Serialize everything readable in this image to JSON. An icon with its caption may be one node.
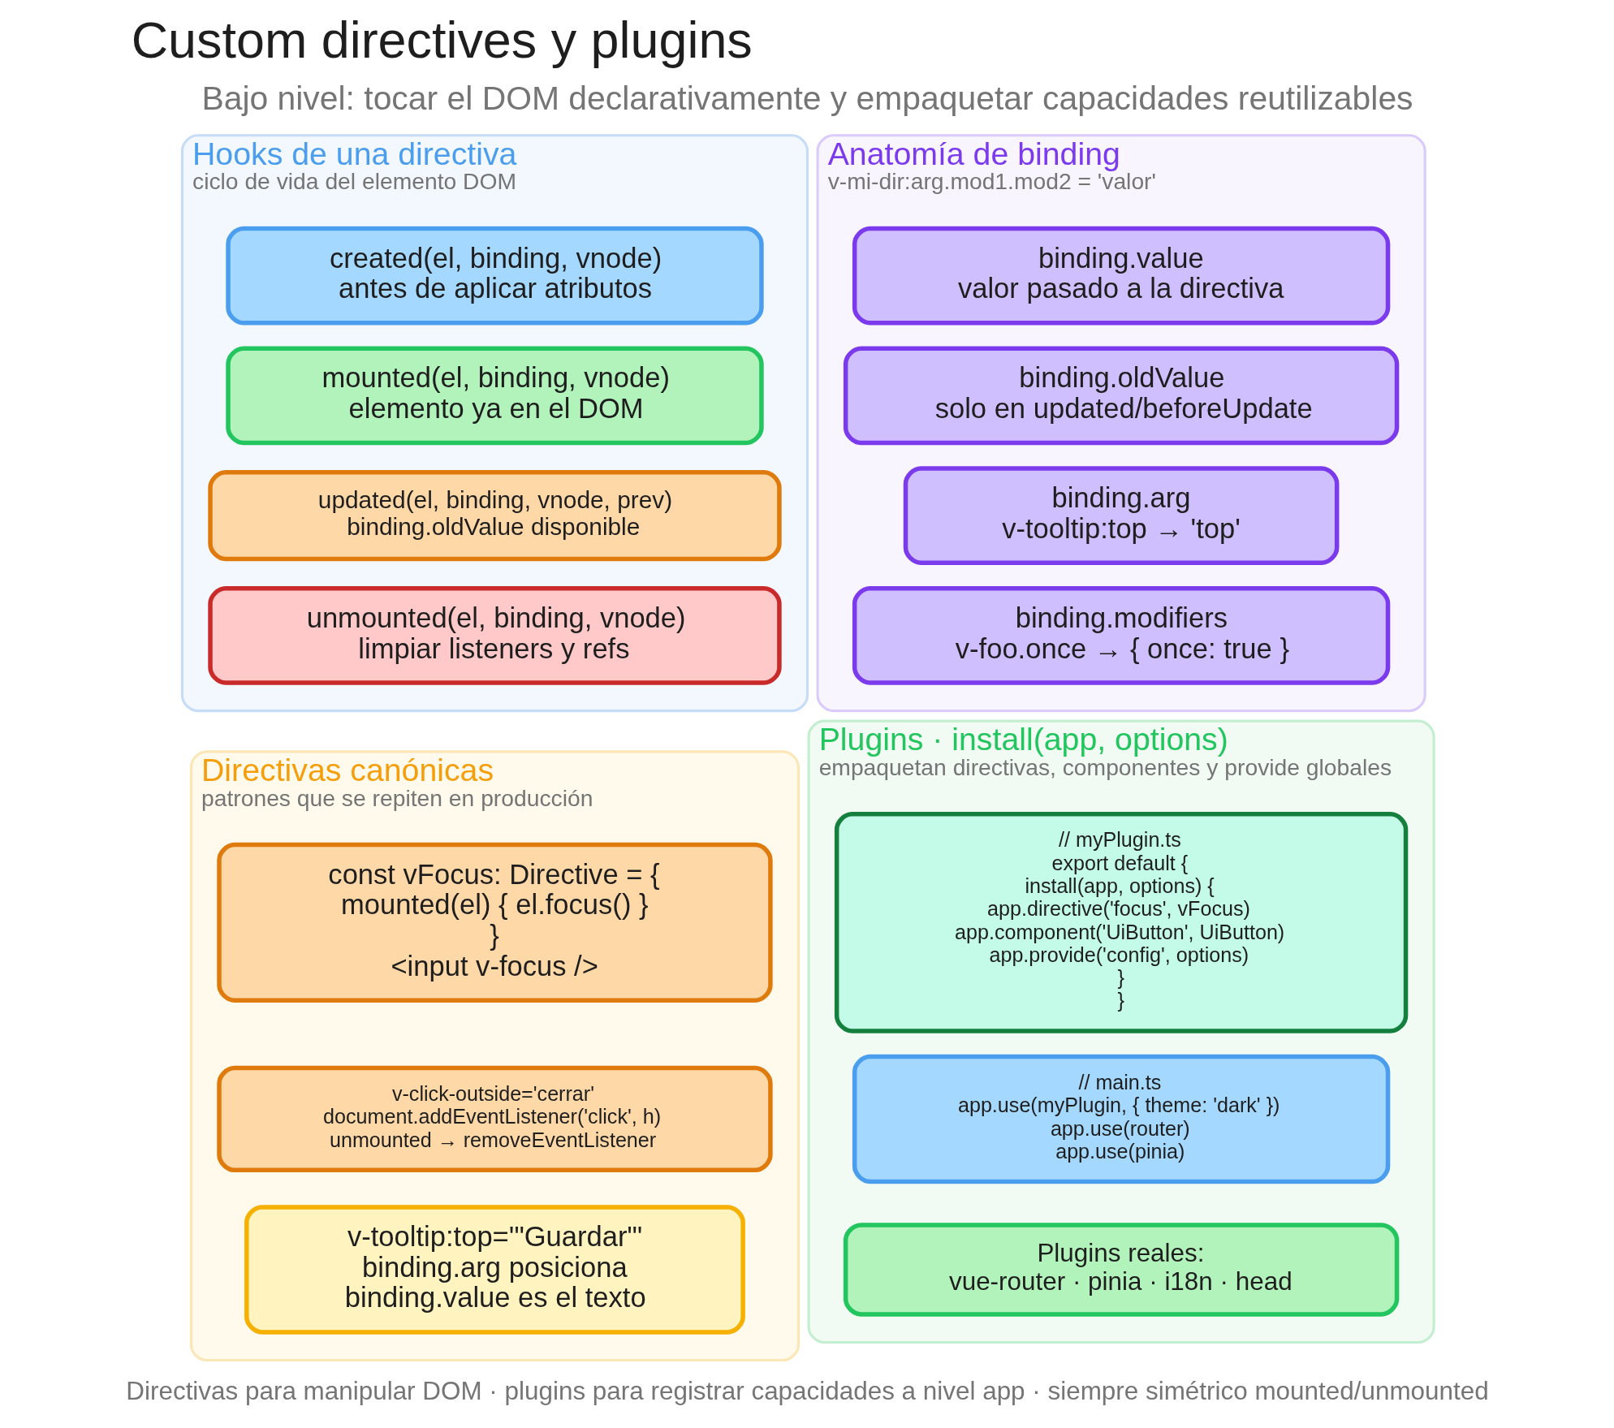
{
  "diagram": {
    "title": "Custom directives y plugins",
    "caption": "Directivas para manipular DOM · plugins para registrar capacidades a nivel app · siempre simétrico mounted/unmounted",
    "nodes": [
      {
        "text": [
          "Hooks de una directiva",
          "ciclo de vida del elemento DOM"
        ]
      },
      {
        "text": [
          "created(el, binding, vnode)",
          "antes de aplicar atributos"
        ],
        "in": 0
      },
      {
        "text": [
          "mounted(el, binding, vnode)",
          "elemento ya en el DOM"
        ],
        "in": 0
      },
      {
        "text": [
          "updated(el, binding, vnode, prev)",
          "binding.oldValue disponible"
        ],
        "in": 0
      },
      {
        "text": [
          "unmounted(el, binding, vnode)",
          "limpiar listeners y refs"
        ],
        "in": 0
      },
      {
        "text": [
          "Anatomía de binding",
          "v-mi-dir:arg.mod1.mod2 = 'valor'"
        ]
      },
      {
        "text": [
          "binding.value",
          "valor pasado a la directiva"
        ],
        "in": 5
      },
      {
        "text": [
          "binding.oldValue",
          "solo en updated/beforeUpdate"
        ],
        "in": 5
      },
      {
        "text": [
          "binding.arg",
          "v-tooltip:top → 'top'"
        ],
        "in": 5
      },
      {
        "text": [
          "binding.modifiers",
          "v-foo.once → { once: true }"
        ],
        "in": 5
      },
      {
        "text": [
          "Directivas canónicas",
          "patrones que se repiten en producción"
        ]
      },
      {
        "text": [
          "const vFocus: Directive = {",
          "mounted(el) { el.focus() }",
          "}",
          "<input v-focus />"
        ],
        "in": 10
      },
      {
        "text": [
          "v-click-outside='cerrar'",
          "document.addEventListener('click', h)",
          "unmounted → removeEventListener"
        ],
        "in": 10
      },
      {
        "text": [
          "v-tooltip:top='\"Guardar\"'",
          "binding.arg posiciona",
          "binding.value es el texto"
        ],
        "in": 10
      },
      {
        "text": [
          "Plugins · install(app, options)",
          "empaquetan directivas, componentes y provide globales"
        ]
      },
      {
        "text": [
          "// myPlugin.ts",
          "export default {",
          "install(app, options) {",
          "app.directive('focus', vFocus)",
          "app.component('UiButton', UiButton)",
          "app.provide('config', options)",
          "}",
          "}"
        ],
        "in": 14
      },
      {
        "text": [
          "// main.ts",
          "app.use(myPlugin, { theme: 'dark' })",
          "app.use(router)",
          "app.use(pinia)"
        ],
        "in": 14
      },
      {
        "text": [
          "Plugins reales:",
          "vue-router · pinia · i18n · head"
        ],
        "in": 14
      }
    ],
    "labels": [
      "Bajo nivel: tocar el DOM declarativamente y empaquetar capacidades reutilizables"
    ]
  }
}
